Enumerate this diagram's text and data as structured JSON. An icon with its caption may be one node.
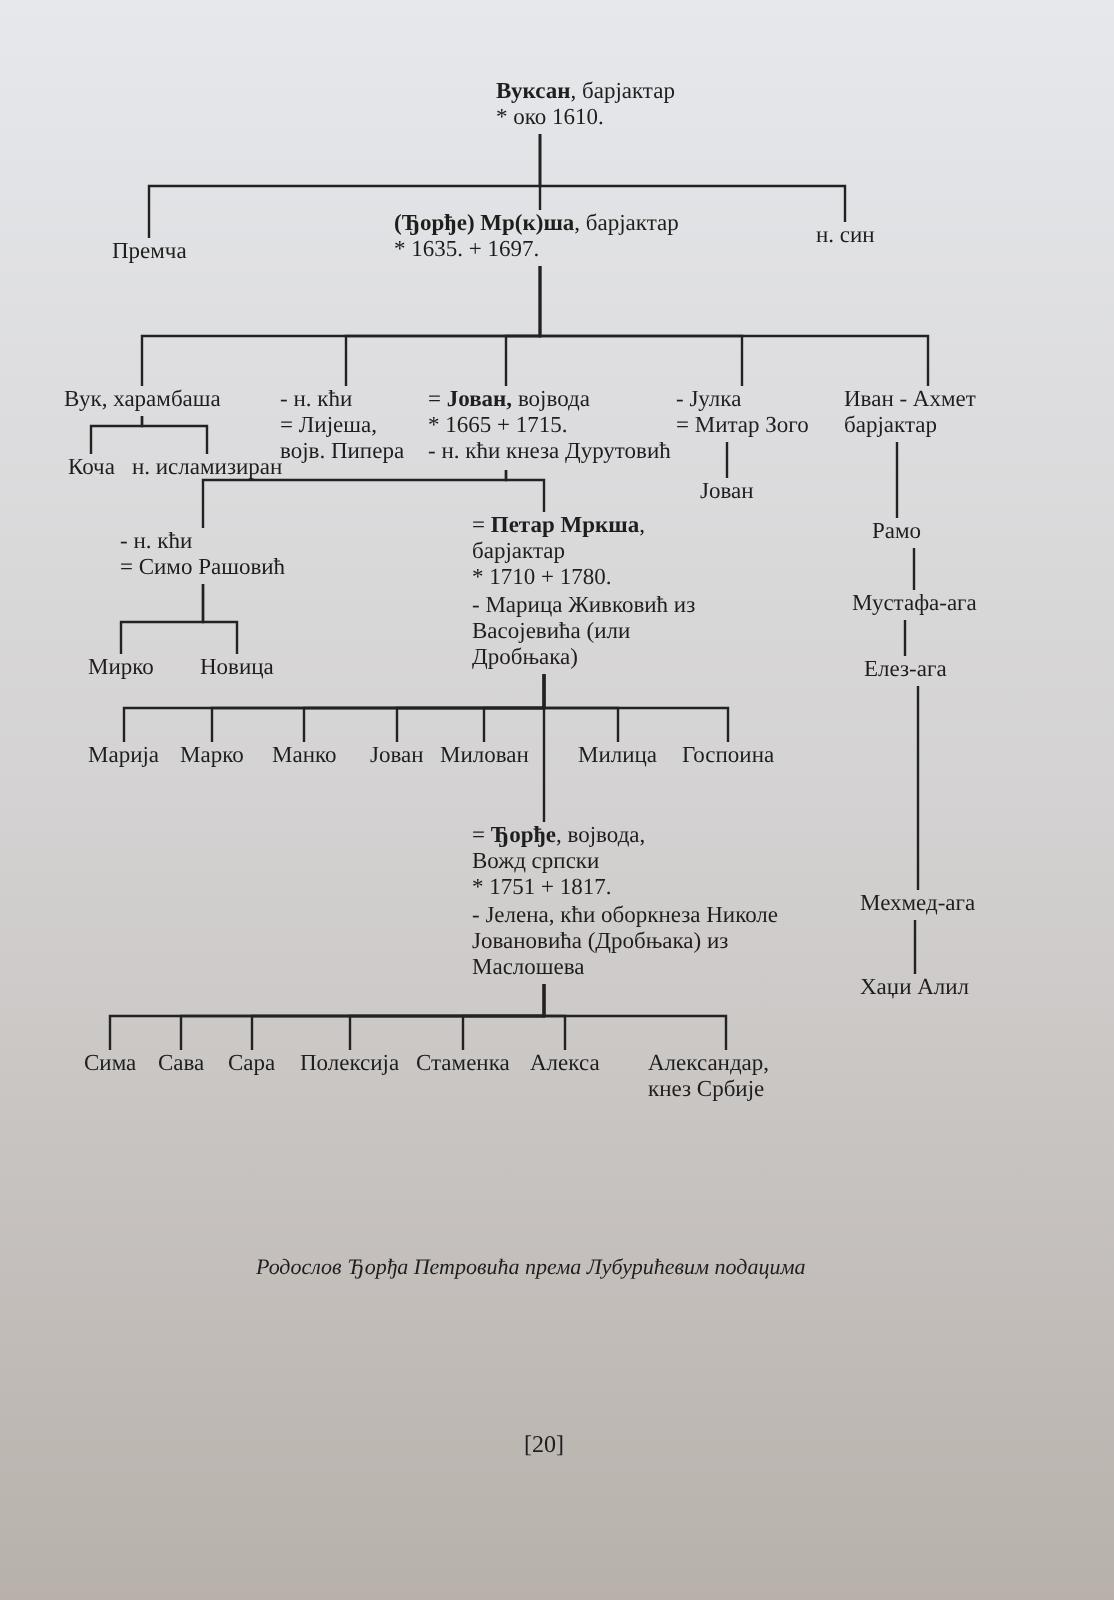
{
  "diagram": {
    "caption": "Родослов Ђорђа Петровића према Лубурићевим подацима",
    "nodes": [
      {
        "text": [
          "**Вуксан**, барјактар",
          "* око 1610."
        ]
      },
      {
        "text": [
          "Премча"
        ]
      },
      {
        "text": [
          "**(Ђорђе) Мр(к)ша**, барјактар",
          "* 1635. + 1697."
        ]
      },
      {
        "text": [
          "н. син"
        ]
      },
      {
        "text": [
          "Вук, харамбаша"
        ]
      },
      {
        "text": [
          "- н. кћи",
          "= Лијеша, војв. Пипера"
        ]
      },
      {
        "text": [
          "= **Јован,** војвода",
          "* 1665 + 1715.",
          "- н. кћи кнеза Дурутовић"
        ]
      },
      {
        "text": [
          "- Јулка",
          "= Митар Зого"
        ]
      },
      {
        "text": [
          "Иван - Ахмет барјактар"
        ]
      },
      {
        "text": [
          "Коча"
        ]
      },
      {
        "text": [
          "н. исламизиран"
        ]
      },
      {
        "text": [
          "Јован"
        ]
      },
      {
        "text": [
          "- н. кћи",
          "= Симо Рашовић"
        ]
      },
      {
        "text": [
          "= **Петар Мркша**, барјактар",
          "* 1710 + 1780.",
          "- Марица Живковић из Васојевића (или Дробњака)"
        ]
      },
      {
        "text": [
          "Рамо"
        ]
      },
      {
        "text": [
          "Мустафа-ага"
        ]
      },
      {
        "text": [
          "Мирко"
        ]
      },
      {
        "text": [
          "Новица"
        ]
      },
      {
        "text": [
          "Елез-ага"
        ]
      },
      {
        "text": [
          "Марија"
        ]
      },
      {
        "text": [
          "Марко"
        ]
      },
      {
        "text": [
          "Манко"
        ]
      },
      {
        "text": [
          "Јован"
        ]
      },
      {
        "text": [
          "Милован"
        ]
      },
      {
        "text": [
          "Милица"
        ]
      },
      {
        "text": [
          "Госпоина"
        ]
      },
      {
        "text": [
          "= **Ђорђе**, војвода, Вожд српски",
          "* 1751 + 1817.",
          "- Јелена, кћи оборкнеза Николе Јовановића (Дробњака) из Маслошева"
        ]
      },
      {
        "text": [
          "Мехмед-ага"
        ]
      },
      {
        "text": [
          "Хаџи Алил"
        ]
      },
      {
        "text": [
          "Сима"
        ]
      },
      {
        "text": [
          "Сава"
        ]
      },
      {
        "text": [
          "Сара"
        ]
      },
      {
        "text": [
          "Полексија"
        ]
      },
      {
        "text": [
          "Стаменка"
        ]
      },
      {
        "text": [
          "Алекса"
        ]
      },
      {
        "text": [
          "Александар, кнез Србије"
        ]
      }
    ],
    "edges": [
      {
        "from": 0,
        "to": 1,
        "arrow": "none"
      },
      {
        "from": 0,
        "to": 2,
        "arrow": "none"
      },
      {
        "from": 0,
        "to": 3,
        "arrow": "none"
      },
      {
        "from": 2,
        "to": 4,
        "arrow": "none"
      },
      {
        "from": 2,
        "to": 5,
        "arrow": "none"
      },
      {
        "from": 2,
        "to": 6,
        "arrow": "none"
      },
      {
        "from": 2,
        "to": 7,
        "arrow": "none"
      },
      {
        "from": 2,
        "to": 8,
        "arrow": "none"
      },
      {
        "from": 4,
        "to": 9,
        "arrow": "none"
      },
      {
        "from": 4,
        "to": 10,
        "arrow": "none"
      },
      {
        "from": 7,
        "to": 11,
        "arrow": "none"
      },
      {
        "from": 6,
        "to": 12,
        "arrow": "none"
      },
      {
        "from": 6,
        "to": 13,
        "arrow": "none"
      },
      {
        "from": 8,
        "to": 14,
        "arrow": "none"
      },
      {
        "from": 14,
        "to": 15,
        "arrow": "none"
      },
      {
        "from": 12,
        "to": 16,
        "arrow": "none"
      },
      {
        "from": 12,
        "to": 17,
        "arrow": "none"
      },
      {
        "from": 15,
        "to": 18,
        "arrow": "none"
      },
      {
        "from": 13,
        "to": 19,
        "arrow": "none"
      },
      {
        "from": 13,
        "to": 20,
        "arrow": "none"
      },
      {
        "from": 13,
        "to": 21,
        "arrow": "none"
      },
      {
        "from": 13,
        "to": 22,
        "arrow": "none"
      },
      {
        "from": 13,
        "to": 23,
        "arrow": "none"
      },
      {
        "from": 13,
        "to": 24,
        "arrow": "none"
      },
      {
        "from": 13,
        "to": 25,
        "arrow": "none"
      },
      {
        "from": 13,
        "to": 26,
        "arrow": "none"
      },
      {
        "from": 18,
        "to": 27,
        "arrow": "none"
      },
      {
        "from": 27,
        "to": 28,
        "arrow": "none"
      },
      {
        "from": 26,
        "to": 29,
        "arrow": "none"
      },
      {
        "from": 26,
        "to": 30,
        "arrow": "none"
      },
      {
        "from": 26,
        "to": 31,
        "arrow": "none"
      },
      {
        "from": 26,
        "to": 32,
        "arrow": "none"
      },
      {
        "from": 26,
        "to": 33,
        "arrow": "none"
      },
      {
        "from": 26,
        "to": 34,
        "arrow": "none"
      },
      {
        "from": 26,
        "to": 35,
        "arrow": "none"
      }
    ],
    "labels": [
      "[20]"
    ]
  }
}
